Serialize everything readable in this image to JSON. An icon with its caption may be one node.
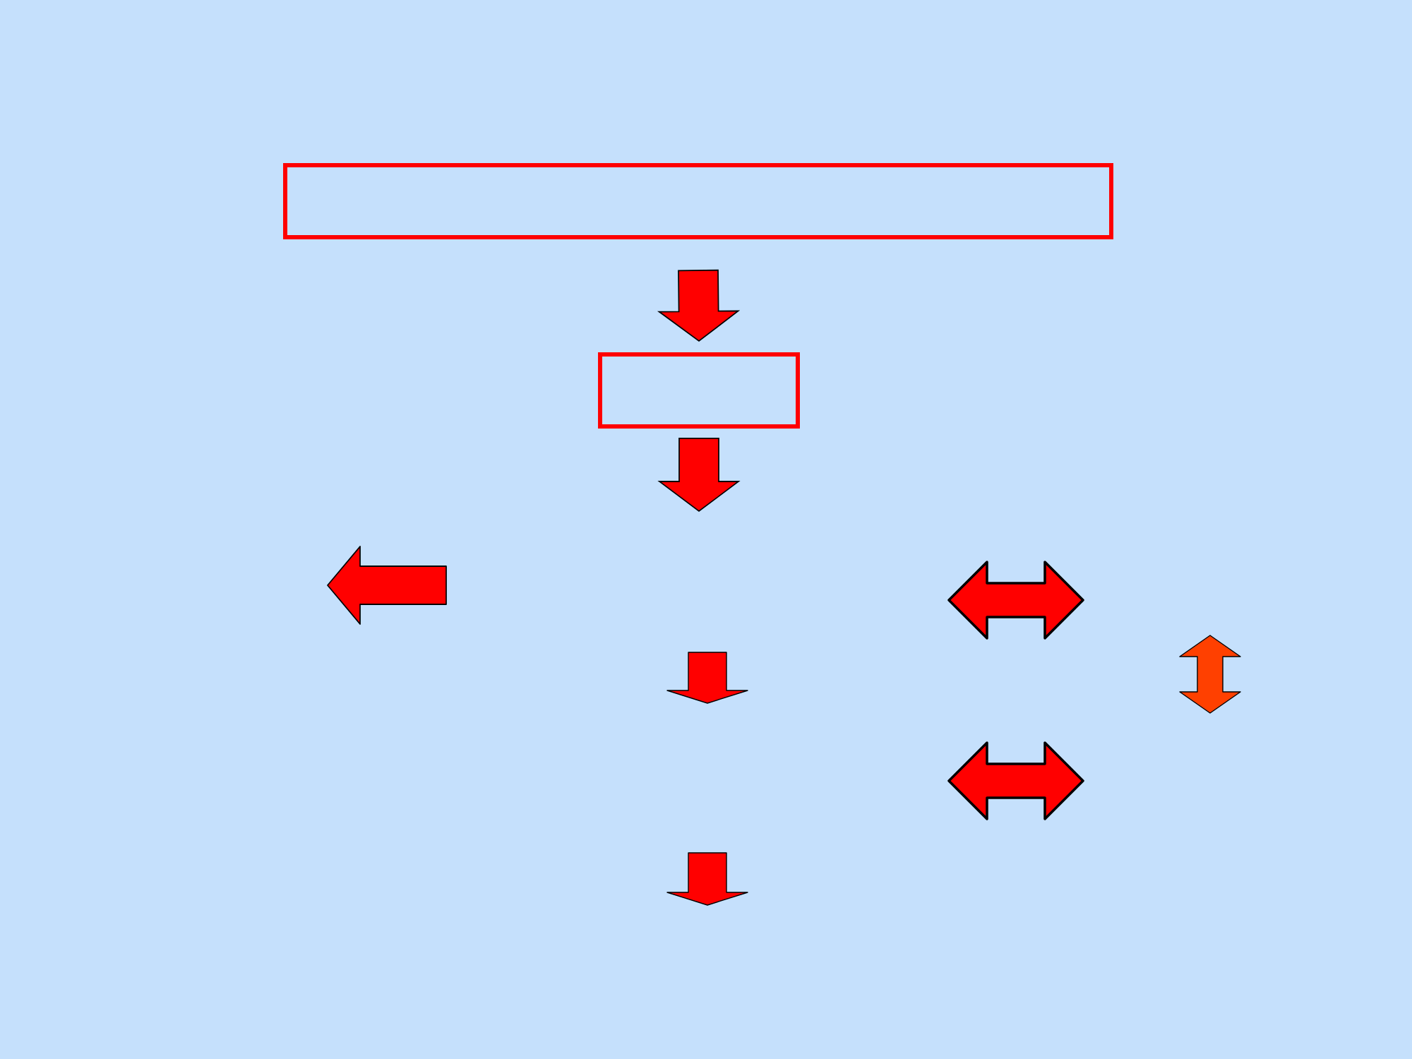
{
  "diagram": {
    "nodes": [
      {
        "text": [],
        "shape": "box"
      },
      {
        "text": [],
        "shape": "box"
      }
    ],
    "edges": [
      {
        "from": 0,
        "to": 1,
        "arrow": "to"
      },
      {
        "from": 1,
        "to": null,
        "arrow": "to"
      }
    ]
  }
}
